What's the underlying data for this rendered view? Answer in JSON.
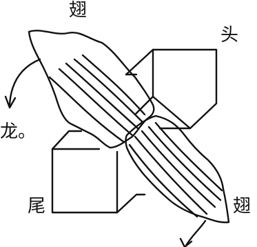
{
  "labels": {
    "wing_top": "翅",
    "head": "头",
    "tail": "尾",
    "wing_bottom": "翅",
    "edge_fragment": "龙。"
  },
  "colors": {
    "ink": "#111111",
    "paper": "#ffffff"
  },
  "icons": [
    "curved-arrow-icon",
    "curved-arrow-icon"
  ]
}
